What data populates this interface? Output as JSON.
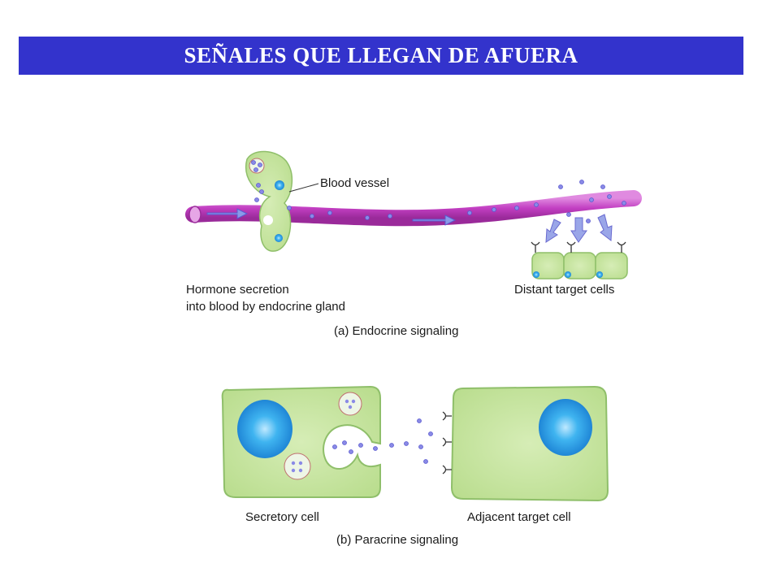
{
  "title": "SEÑALES QUE LLEGAN DE AFUERA",
  "colors": {
    "title_bar": "#3333cc",
    "cell_fill": "#c9e6a4",
    "cell_stroke": "#9cc878",
    "nucleus": "#2ba3ea",
    "vessel": "#c844c8",
    "molecule": "#7b7fe0"
  },
  "panel_a": {
    "vessel_label": "Blood vessel",
    "gland_label_line1": "Hormone secretion",
    "gland_label_line2": "into blood by endocrine gland",
    "target_label": "Distant target cells",
    "caption": "(a) Endocrine signaling"
  },
  "panel_b": {
    "secretory_label": "Secretory cell",
    "target_label": "Adjacent target cell",
    "caption": "(b) Paracrine signaling"
  }
}
